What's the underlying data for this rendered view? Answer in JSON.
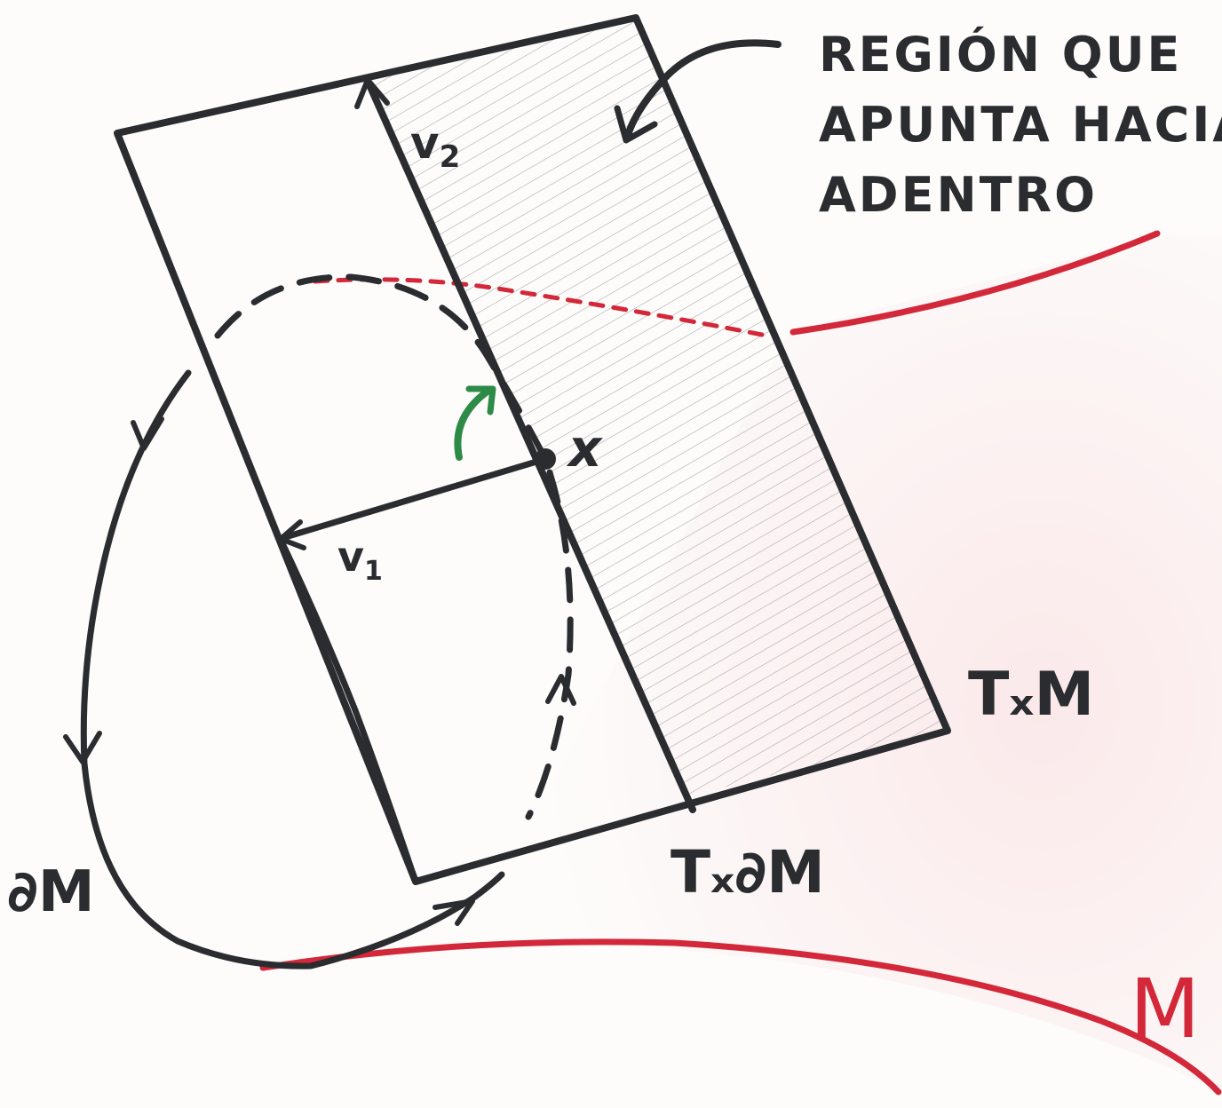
{
  "annotation": {
    "lines": [
      "REGIÓN QUE",
      "APUNTA HACIA",
      "ADENTRO"
    ]
  },
  "labels": {
    "v1": "v",
    "v1_sub": "1",
    "v2": "v",
    "v2_sub": "2",
    "point_x": "x",
    "tangent_space": "TₓM",
    "boundary_tangent": "Tₓ∂M",
    "boundary": "∂M",
    "manifold": "M"
  },
  "colors": {
    "ink": "#2a2c30",
    "manifold_red": "#d3283a",
    "orientation_green": "#2e8a47",
    "hatch": "#9a9ca0"
  }
}
